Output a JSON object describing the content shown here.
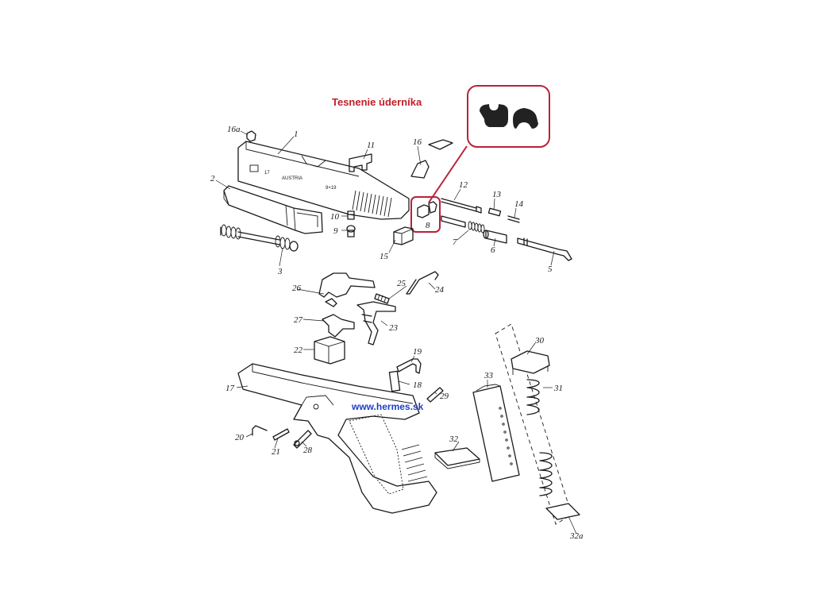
{
  "title": "Tesnenie úderníka",
  "watermark": "www.hermes.sk",
  "slide_engraving": {
    "model": "17",
    "origin": "AUSTRIA",
    "caliber": "9×19"
  },
  "colors": {
    "highlight": "#b8223a",
    "title": "#c0202a",
    "watermark": "#1f3ec8"
  },
  "labels": {
    "p1": "1",
    "p2": "2",
    "p3": "3",
    "p5": "5",
    "p6": "6",
    "p7": "7",
    "p8": "8",
    "p9": "9",
    "p10": "10",
    "p11": "11",
    "p12": "12",
    "p13": "13",
    "p14": "14",
    "p15": "15",
    "p16": "16",
    "p16a": "16a",
    "p17": "17",
    "p18": "18",
    "p19": "19",
    "p20": "20",
    "p21": "21",
    "p22": "22",
    "p23": "23",
    "p24": "24",
    "p25": "25",
    "p26": "26",
    "p27": "27",
    "p28": "28",
    "p29": "29",
    "p30": "30",
    "p31": "31",
    "p32": "32",
    "p32a": "32a",
    "p33": "33"
  }
}
